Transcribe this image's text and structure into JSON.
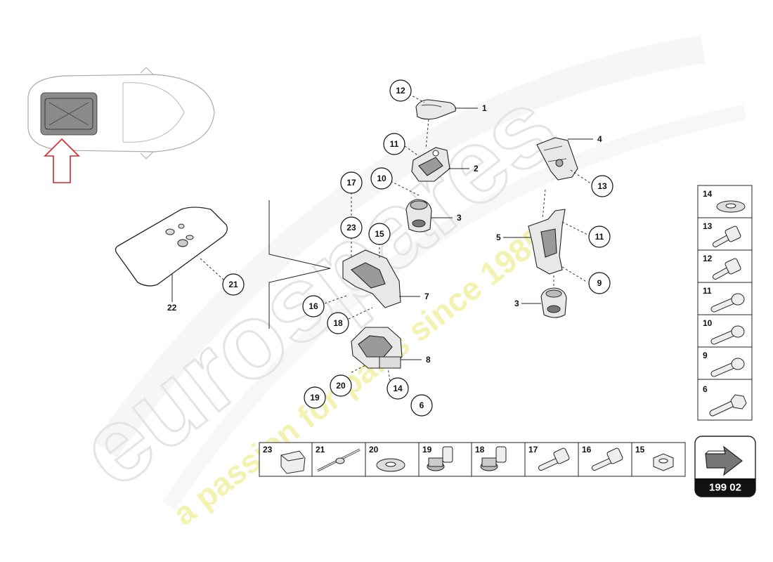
{
  "watermark": {
    "brand": "eurospares",
    "tagline": "a passion for parts since 1985"
  },
  "callouts": [
    {
      "id": "c12",
      "label": "12"
    },
    {
      "id": "c11a",
      "label": "11"
    },
    {
      "id": "c10",
      "label": "10"
    },
    {
      "id": "c17",
      "label": "17"
    },
    {
      "id": "c23",
      "label": "23"
    },
    {
      "id": "c15",
      "label": "15"
    },
    {
      "id": "c16",
      "label": "16"
    },
    {
      "id": "c18",
      "label": "18"
    },
    {
      "id": "c21",
      "label": "21"
    },
    {
      "id": "c20",
      "label": "20"
    },
    {
      "id": "c19",
      "label": "19"
    },
    {
      "id": "c14",
      "label": "14"
    },
    {
      "id": "c6",
      "label": "6"
    },
    {
      "id": "c13",
      "label": "13"
    },
    {
      "id": "c11b",
      "label": "11"
    },
    {
      "id": "c9",
      "label": "9"
    }
  ],
  "part_labels": {
    "p1": "1",
    "p2": "2",
    "p3a": "3",
    "p4": "4",
    "p5": "5",
    "p3b": "3",
    "p7": "7",
    "p8": "8",
    "p22": "22"
  },
  "side_table": [
    {
      "num": "14",
      "icon": "washer-icon"
    },
    {
      "num": "13",
      "icon": "flange-bolt-icon"
    },
    {
      "num": "12",
      "icon": "flange-bolt-icon"
    },
    {
      "num": "11",
      "icon": "socket-bolt-icon"
    },
    {
      "num": "10",
      "icon": "socket-bolt-icon"
    },
    {
      "num": "9",
      "icon": "socket-bolt-icon"
    },
    {
      "num": "6",
      "icon": "hex-bolt-icon"
    }
  ],
  "bottom_table": [
    {
      "num": "23",
      "icon": "bracket-part-icon"
    },
    {
      "num": "21",
      "icon": "cable-tie-icon"
    },
    {
      "num": "20",
      "icon": "washer-icon"
    },
    {
      "num": "19",
      "icon": "collar-bolt-icon"
    },
    {
      "num": "18",
      "icon": "collar-bolt-icon"
    },
    {
      "num": "17",
      "icon": "flange-bolt-icon"
    },
    {
      "num": "16",
      "icon": "flange-bolt-icon"
    },
    {
      "num": "15",
      "icon": "hex-nut-icon"
    }
  ],
  "diagram_code": "199 02",
  "colors": {
    "locator_arrow": "#d9262b",
    "watermark_grey": "#ececec",
    "watermark_yellow": "#f4f2b0",
    "code_bg": "#111111"
  }
}
